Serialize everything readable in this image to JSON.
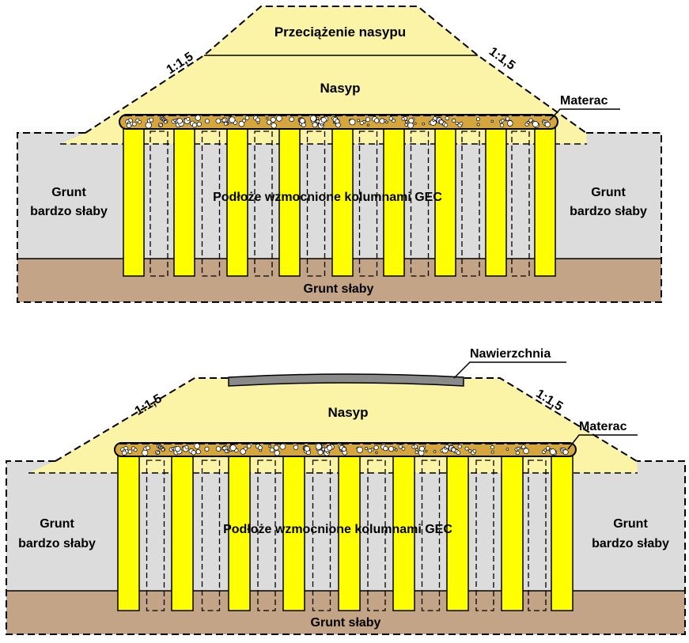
{
  "colors": {
    "embankment": "#fbf3a6",
    "soil_very_weak": "#dcdcdc",
    "soil_weak": "#c4a486",
    "column": "#ffff00",
    "mattress": "#d5a63d",
    "pavement": "#8a8a8a"
  },
  "top": {
    "surcharge_label": "Przeciążenie nasypu",
    "embankment_label": "Nasyp",
    "slope_left": "1:1,5",
    "slope_right": "1:1,5",
    "mattress_label": "Materac",
    "very_weak_left": [
      "Grunt",
      "bardzo słaby"
    ],
    "very_weak_right": [
      "Grunt",
      "bardzo słaby"
    ],
    "reinforced_label": "Podłoże wzmocnione kolumnami GEC",
    "weak_label": "Grunt słaby"
  },
  "bottom": {
    "pavement_label": "Nawierzchnia",
    "embankment_label": "Nasyp",
    "slope_left": "1:1,5",
    "slope_right": "1:1,5",
    "mattress_label": "Materac",
    "very_weak_left": [
      "Grunt",
      "bardzo słaby"
    ],
    "very_weak_right": [
      "Grunt",
      "bardzo słaby"
    ],
    "reinforced_label": "Podłoże wzmocnione kolumnami GEC",
    "weak_label": "Grunt słaby"
  }
}
